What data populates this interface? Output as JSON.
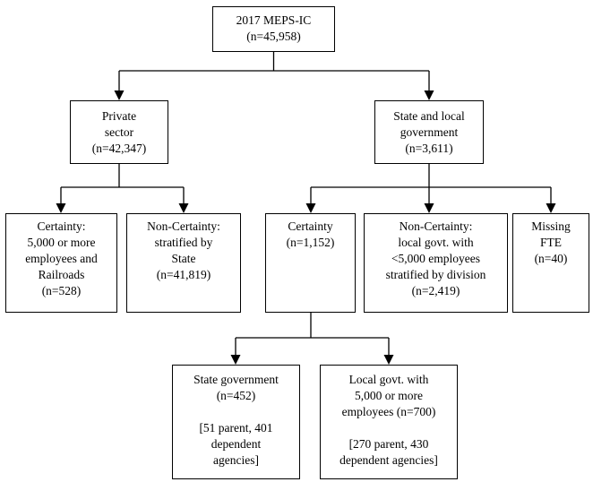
{
  "diagram": {
    "type": "flowchart",
    "nodes": {
      "root": {
        "label": "2017 MEPS-IC\n(n=45,958)",
        "n": 45958
      },
      "private_sector": {
        "label": "Private\nsector\n(n=42,347)",
        "n": 42347
      },
      "state_local_government": {
        "label": "State and local\ngovernment\n(n=3,611)",
        "n": 3611
      },
      "certainty_private": {
        "label": "Certainty:\n5,000 or more\nemployees and\nRailroads\n(n=528)",
        "n": 528
      },
      "non_certainty_private": {
        "label": "Non-Certainty:\nstratified by\nState\n(n=41,819)",
        "n": 41819
      },
      "certainty_government": {
        "label": "Certainty\n(n=1,152)",
        "n": 1152
      },
      "non_certainty_government": {
        "label": "Non-Certainty:\nlocal govt. with\n<5,000 employees\nstratified by division\n(n=2,419)",
        "n": 2419
      },
      "missing_fte": {
        "label": "Missing\nFTE\n(n=40)",
        "n": 40
      },
      "state_government": {
        "label": "State government\n(n=452)\n\n[51 parent, 401\ndependent\nagencies]",
        "n": 452
      },
      "local_government": {
        "label": "Local govt. with\n5,000 or more\nemployees (n=700)\n\n[270 parent, 430\ndependent agencies]",
        "n": 700
      }
    },
    "edges": [
      {
        "from": "root",
        "to": [
          "private_sector",
          "state_local_government"
        ]
      },
      {
        "from": "private_sector",
        "to": [
          "certainty_private",
          "non_certainty_private"
        ]
      },
      {
        "from": "state_local_government",
        "to": [
          "certainty_government",
          "non_certainty_government",
          "missing_fte"
        ]
      },
      {
        "from": "certainty_government",
        "to": [
          "state_government",
          "local_government"
        ]
      }
    ],
    "line_color": "#000000",
    "box_background": "#ffffff"
  }
}
